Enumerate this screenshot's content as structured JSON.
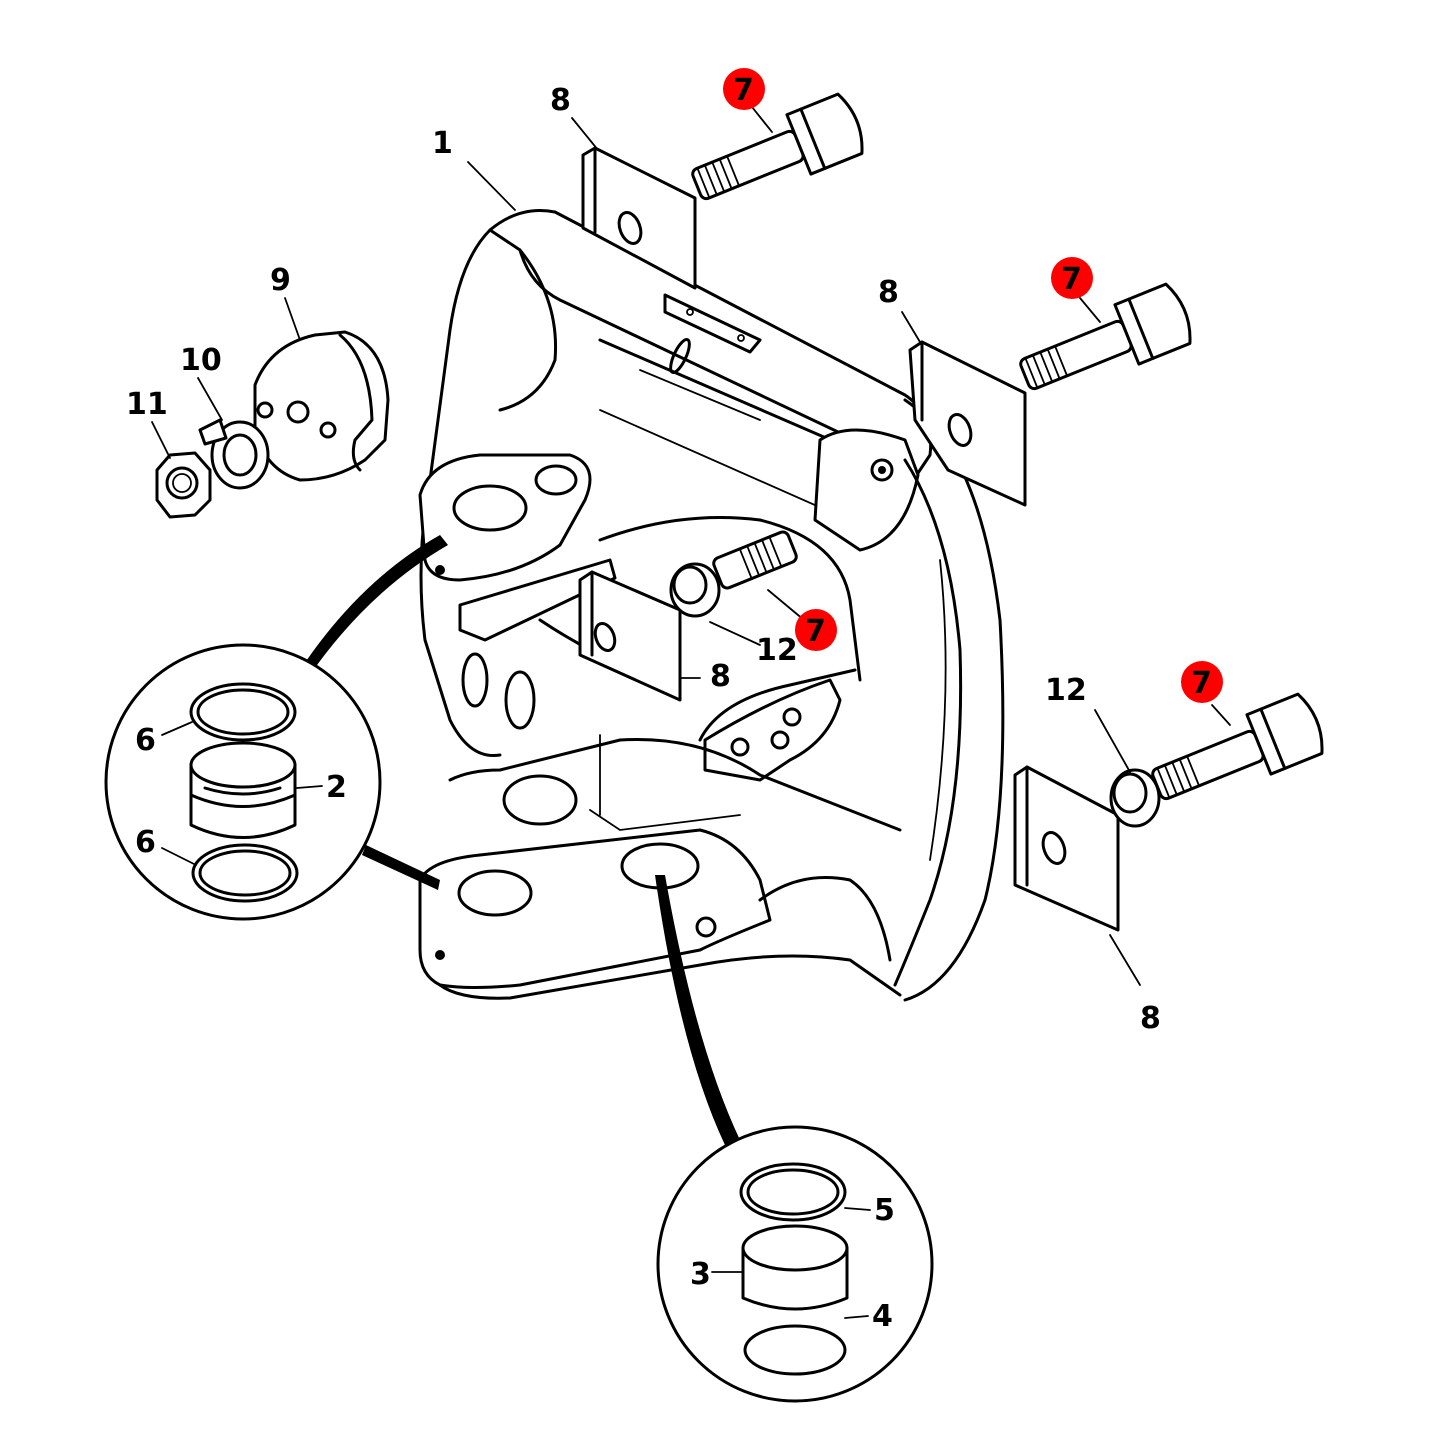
{
  "colors": {
    "highlight": "#ff0000",
    "line": "#000000",
    "background": "#ffffff"
  },
  "callouts": {
    "p1": "1",
    "p2": "2",
    "p3": "3",
    "p4": "4",
    "p5": "5",
    "p6a": "6",
    "p6b": "6",
    "p7a": "7",
    "p7b": "7",
    "p7c": "7",
    "p7d": "7",
    "p8a": "8",
    "p8b": "8",
    "p8c": "8",
    "p8d": "8",
    "p9": "9",
    "p10": "10",
    "p11": "11",
    "p12a": "12",
    "p12b": "12"
  }
}
